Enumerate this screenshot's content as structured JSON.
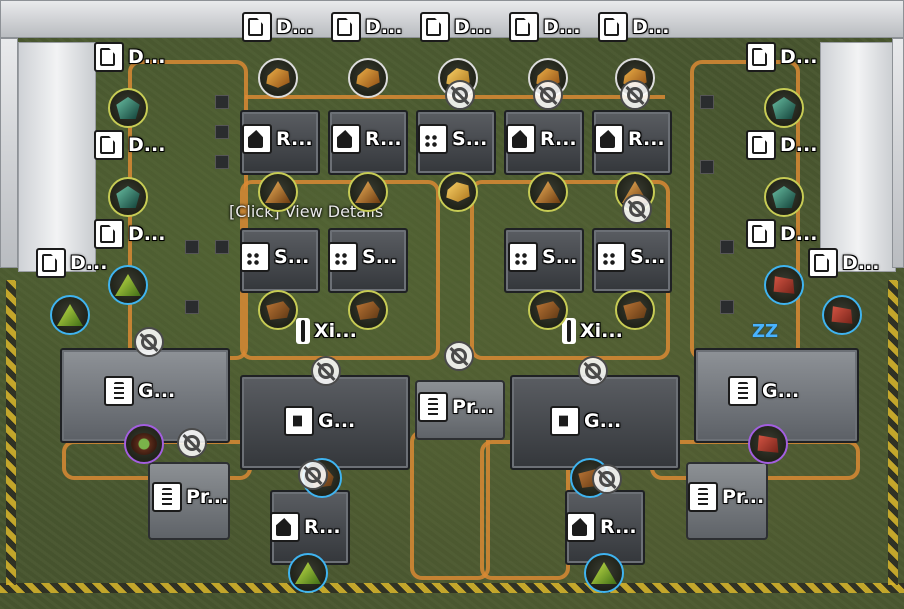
{
  "labels": {
    "d": "D...",
    "r": "R...",
    "s": "S...",
    "xi": "Xi...",
    "g": "G...",
    "pr": "Pr..."
  },
  "hint": "[Click] View Details",
  "sleep_text": "ZZ",
  "icons": {
    "facility": "facility-icon",
    "refinery": "refinery-icon",
    "smelter": "smelter-icon",
    "xi_node": "xi-node-icon",
    "generator": "generator-icon",
    "processor": "processor-icon",
    "blocked": "blocked-icon",
    "sleep": "sleep-zz-icon"
  },
  "colors": {
    "belt": "#d98a34",
    "item_ring_yellow": "#c7cc55",
    "item_ring_blue": "#3fb4f0",
    "item_ring_purple": "#a35ee0",
    "sleep": "#48b3ff",
    "hazard": "#d8b42a"
  }
}
